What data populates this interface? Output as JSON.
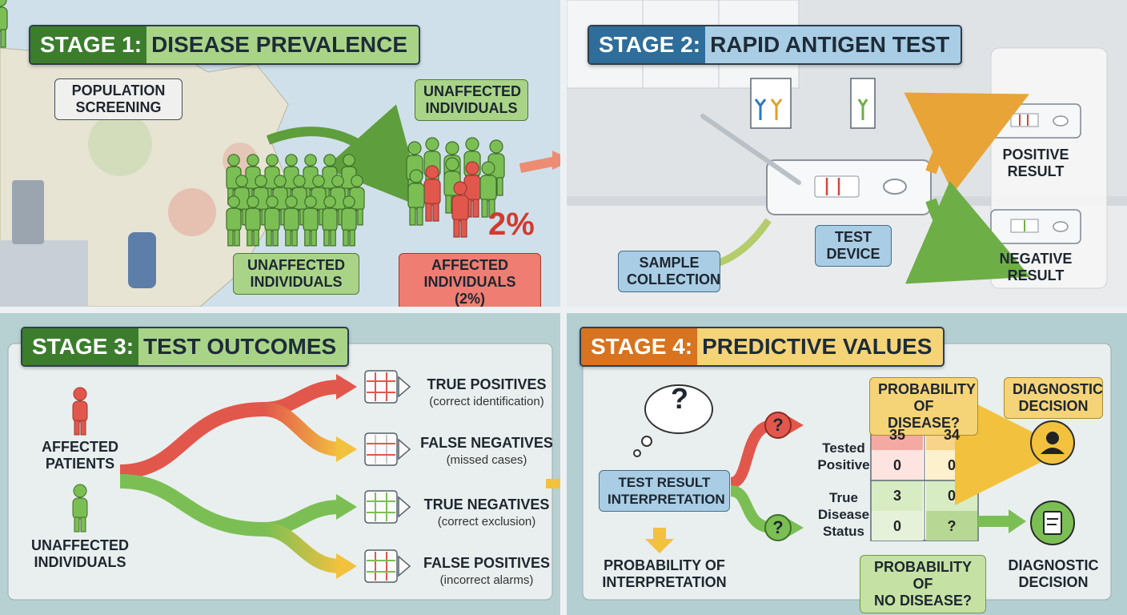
{
  "stage1": {
    "num": "STAGE 1:",
    "title": "DISEASE PREVALENCE",
    "population_screening": "POPULATION\nSCREENING",
    "unaffected_top": "UNAFFECTED\nINDIVIDUALS",
    "unaffected_bottom": "UNAFFECTED\nINDIVIDUALS",
    "affected": "AFFECTED\nINDIVIDUALS (2%)",
    "percent": "2%"
  },
  "stage2": {
    "num": "STAGE 2:",
    "title": "RAPID ANTIGEN TEST",
    "positive": "POSITIVE\nRESULT",
    "negative": "NEGATIVE\nRESULT",
    "test_device": "TEST\nDEVICE",
    "sample_collection": "SAMPLE\nCOLLECTION"
  },
  "stage3": {
    "num": "STAGE 3:",
    "title": "TEST OUTCOMES",
    "affected": "AFFECTED\nPATIENTS",
    "unaffected": "UNAFFECTED\nINDIVIDUALS",
    "outcomes": [
      {
        "label": "TRUE POSITIVES",
        "sub": "(correct identification)"
      },
      {
        "label": "FALSE NEGATIVES",
        "sub": "(missed cases)"
      },
      {
        "label": "TRUE NEGATIVES",
        "sub": "(correct exclusion)"
      },
      {
        "label": "FALSE POSITIVES",
        "sub": "(incorrect alarms)"
      }
    ]
  },
  "stage4": {
    "num": "STAGE 4:",
    "title": "PREDICTIVE VALUES",
    "interpretation": "TEST RESULT\nINTERPRETATION",
    "prob_interp": "PROBABILITY OF\nINTERPRETATION",
    "prob_disease": "PROBABILITY\nOF DISEASE?",
    "prob_no_disease": "PROBABILITY OF\nNO DISEASE?",
    "diag_top": "DIAGNOSTIC\nDECISION",
    "diag_bottom": "DIAGNOSTIC\nDECISION",
    "tested_positive": "Tested\nPositive",
    "true_status": "True\nDisease\nStatus",
    "question": "?",
    "cells": [
      [
        "35",
        "34"
      ],
      [
        "0",
        "0"
      ],
      [
        "3",
        "0"
      ],
      [
        "0",
        "?"
      ]
    ]
  },
  "colors": {
    "green": "#7bbf54",
    "red": "#e2574c",
    "yellow": "#f2c13e",
    "blue": "#2f6d9a",
    "orange": "#d8731f"
  }
}
